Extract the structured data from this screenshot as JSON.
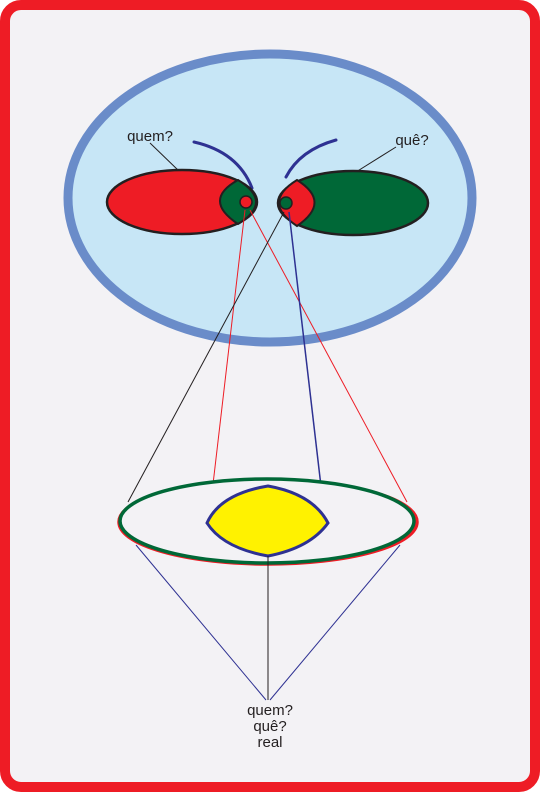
{
  "labels": {
    "top_left": "quem?",
    "top_right": "quê?",
    "bottom_line1": "quem?",
    "bottom_line2": "quê?",
    "bottom_line3": "real"
  },
  "colors": {
    "frame": "#ee1c25",
    "background": "#f3f2f5",
    "head_fill": "#c7e6f6",
    "head_stroke": "#6a8cc9",
    "red": "#ee1c25",
    "green": "#006837",
    "navy": "#2e3192",
    "yellow": "#fff200",
    "black": "#231f20"
  }
}
